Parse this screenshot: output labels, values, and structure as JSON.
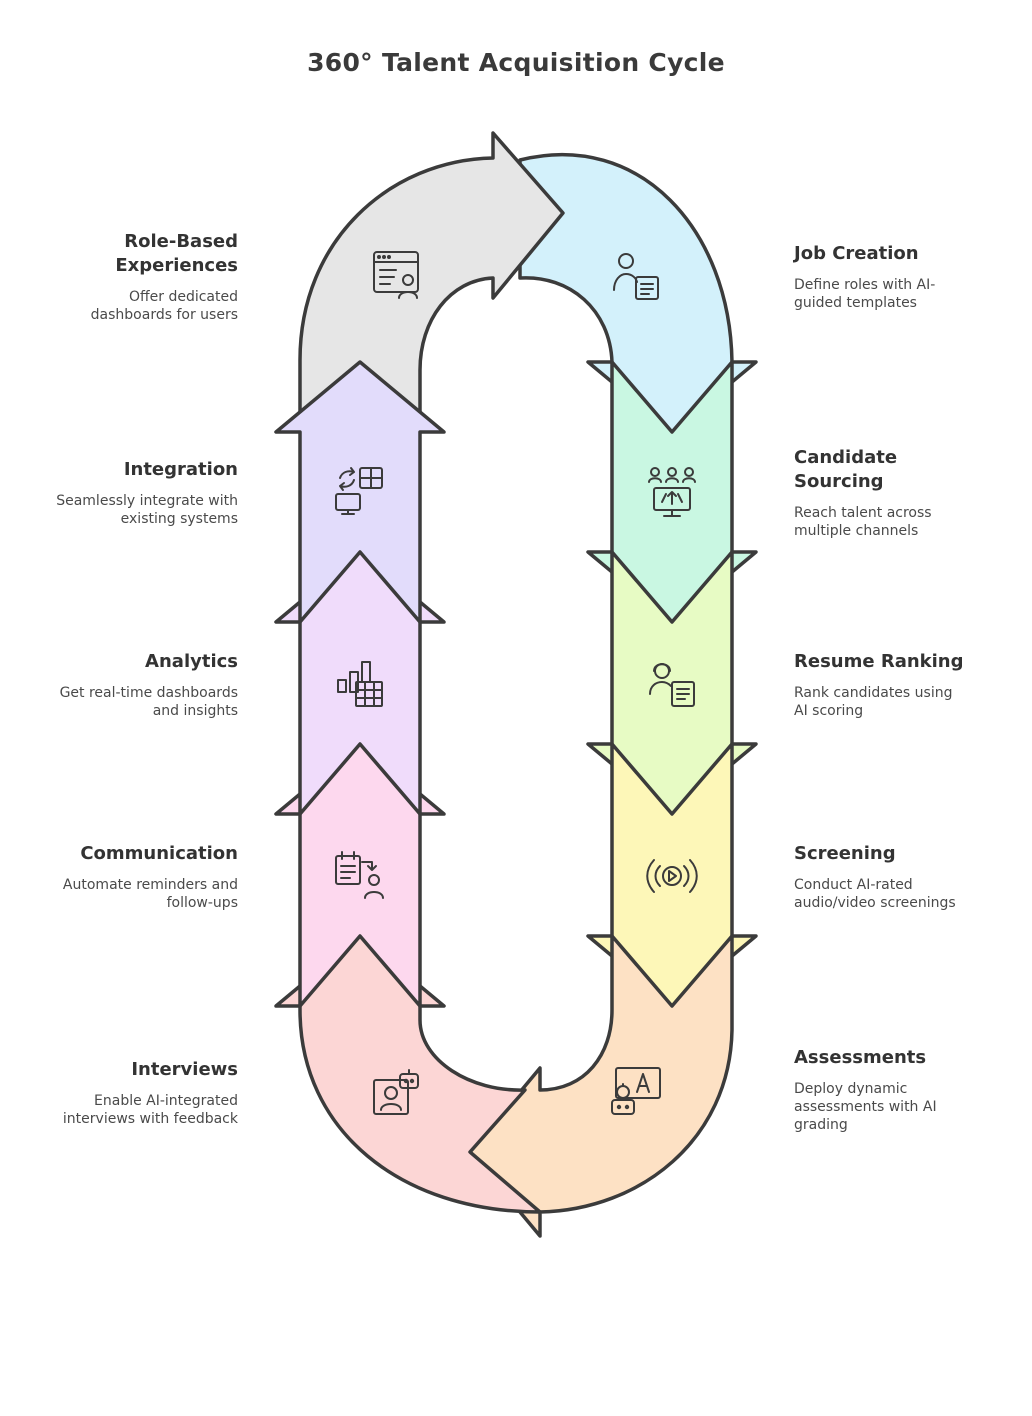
{
  "title": "360° Talent Acquisition Cycle",
  "stages": [
    {
      "id": "job-creation",
      "title": "Job Creation",
      "description": "Define roles with AI-guided templates",
      "color": "#d3f1fb",
      "icon": "user-document-icon"
    },
    {
      "id": "candidate-sourcing",
      "title": "Candidate Sourcing",
      "description": "Reach talent across multiple channels",
      "color": "#c9f7e2",
      "icon": "people-monitor-icon"
    },
    {
      "id": "resume-ranking",
      "title": "Resume Ranking",
      "description": "Rank candidates using AI scoring",
      "color": "#e7fbc4",
      "icon": "headset-document-icon"
    },
    {
      "id": "screening",
      "title": "Screening",
      "description": "Conduct AI-rated audio/video screenings",
      "color": "#fdf7b8",
      "icon": "broadcast-play-icon"
    },
    {
      "id": "assessments",
      "title": "Assessments",
      "description": "Deploy dynamic assessments with AI grading",
      "color": "#fde1c4",
      "icon": "robot-letter-icon"
    },
    {
      "id": "interviews",
      "title": "Interviews",
      "description": "Enable AI-integrated interviews with feedback",
      "color": "#fcd6d5",
      "icon": "person-robot-icon"
    },
    {
      "id": "communication",
      "title": "Communication",
      "description": "Automate reminders and follow-ups",
      "color": "#fdd8ee",
      "icon": "calendar-person-icon"
    },
    {
      "id": "analytics",
      "title": "Analytics",
      "description": "Get real-time dashboards and insights",
      "color": "#f0dcfb",
      "icon": "bar-chart-table-icon"
    },
    {
      "id": "integration",
      "title": "Integration",
      "description": "Seamlessly integrate with existing systems",
      "color": "#e2dcfb",
      "icon": "sync-monitor-grid-icon"
    },
    {
      "id": "role-based-experiences",
      "title": "Role-Based Experiences",
      "description": "Offer dedicated dashboards for users",
      "color": "#e6e6e6",
      "icon": "browser-user-icon"
    }
  ],
  "stroke_color": "#3b3b3b"
}
